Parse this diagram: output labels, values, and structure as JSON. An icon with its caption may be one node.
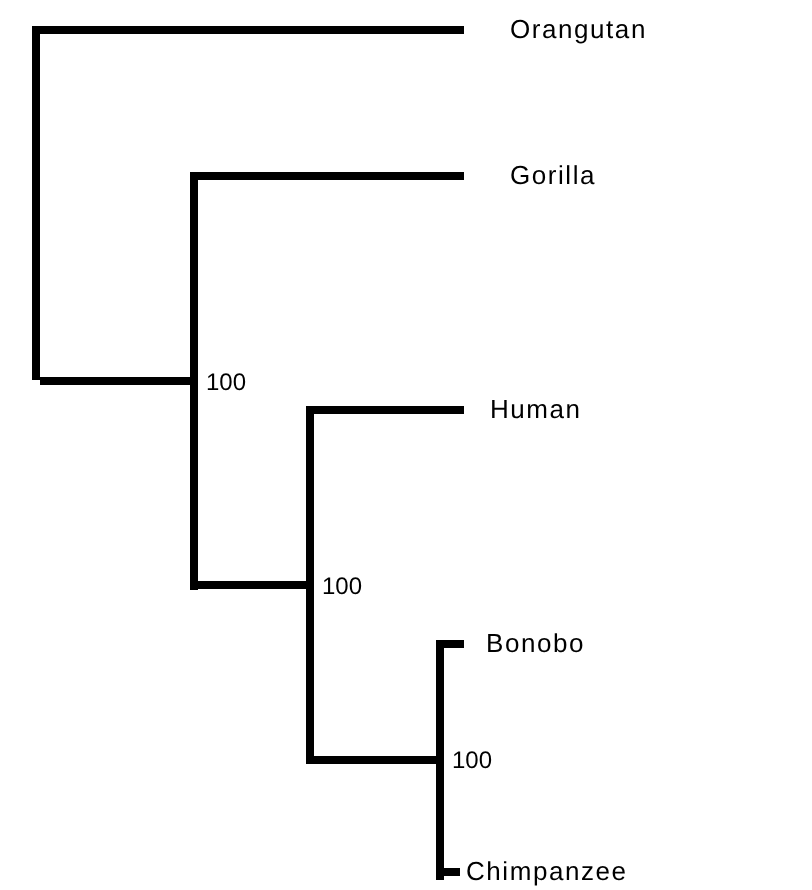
{
  "diagram": {
    "nodes": [
      {
        "text": [],
        "shape": "bar"
      },
      {
        "text": [
          "Orangutan"
        ]
      },
      {
        "text": [
          "Gorilla"
        ]
      },
      {
        "text": [],
        "shape": "bar",
        "beside": [
          "100"
        ]
      },
      {
        "text": [
          "Human"
        ]
      },
      {
        "text": [],
        "shape": "bar",
        "beside": [
          "100"
        ]
      },
      {
        "text": [
          "Bonobo"
        ]
      },
      {
        "text": [],
        "shape": "bar",
        "beside": [
          "100"
        ]
      },
      {
        "text": [
          "Chimpanzee"
        ]
      }
    ],
    "edges": [
      {
        "from": 0,
        "to": 1,
        "arrow": "none"
      },
      {
        "from": 0,
        "to": 3,
        "arrow": "none"
      },
      {
        "from": 3,
        "to": 2,
        "arrow": "none"
      },
      {
        "from": 3,
        "to": 5,
        "arrow": "none"
      },
      {
        "from": 5,
        "to": 4,
        "arrow": "none"
      },
      {
        "from": 5,
        "to": 7,
        "arrow": "none"
      },
      {
        "from": 7,
        "to": 6,
        "arrow": "none"
      },
      {
        "from": 7,
        "to": 8,
        "arrow": "none"
      }
    ]
  }
}
